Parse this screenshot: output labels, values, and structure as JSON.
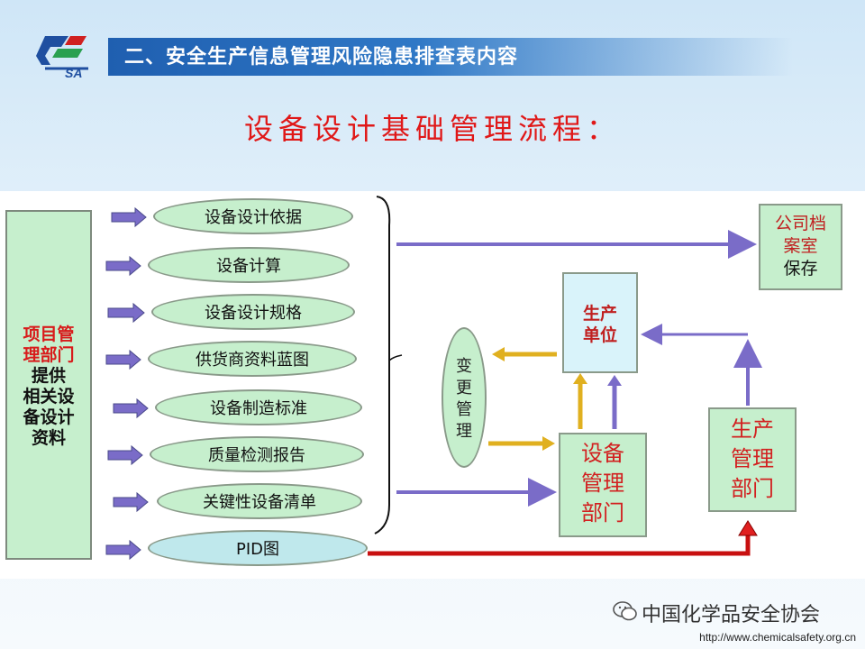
{
  "header": {
    "logo_text": "SA",
    "title": "二、安全生产信息管理风险隐患排查表内容"
  },
  "subtitle": "设备设计基础管理流程：",
  "diagram": {
    "source": {
      "line1_red": "项目管",
      "line2_red": "理部门",
      "line3": "提供",
      "line4": "相关设",
      "line5": "备设计",
      "line6": "资料"
    },
    "items": [
      "设备设计依据",
      "设备计算",
      "设备设计规格",
      "供货商资料蓝图",
      "设备制造标准",
      "质量检测报告",
      "关键性设备清单",
      "PID图"
    ],
    "archive": {
      "line1": "公司档",
      "line2": "案室",
      "line3": "保存"
    },
    "production_unit": {
      "line1": "生产",
      "line2": "单位"
    },
    "change_mgmt": {
      "line1": "变",
      "line2": "更",
      "line3": "管",
      "line4": "理"
    },
    "equipment_dept": {
      "line1": "设备",
      "line2": "管理",
      "line3": "部门"
    },
    "production_dept": {
      "line1": "生产",
      "line2": "管理",
      "line3": "部门"
    }
  },
  "footer": {
    "org": "中国化学品安全协会",
    "url": "http://www.chemicalsafety.org.cn"
  },
  "colors": {
    "title_bar": "#1f5fb0",
    "subtitle": "#e01818",
    "box_green": "#c6efcd",
    "arrow_purple": "#7a6cc8",
    "arrow_gold": "#e0b020",
    "arrow_red": "#c81010"
  }
}
